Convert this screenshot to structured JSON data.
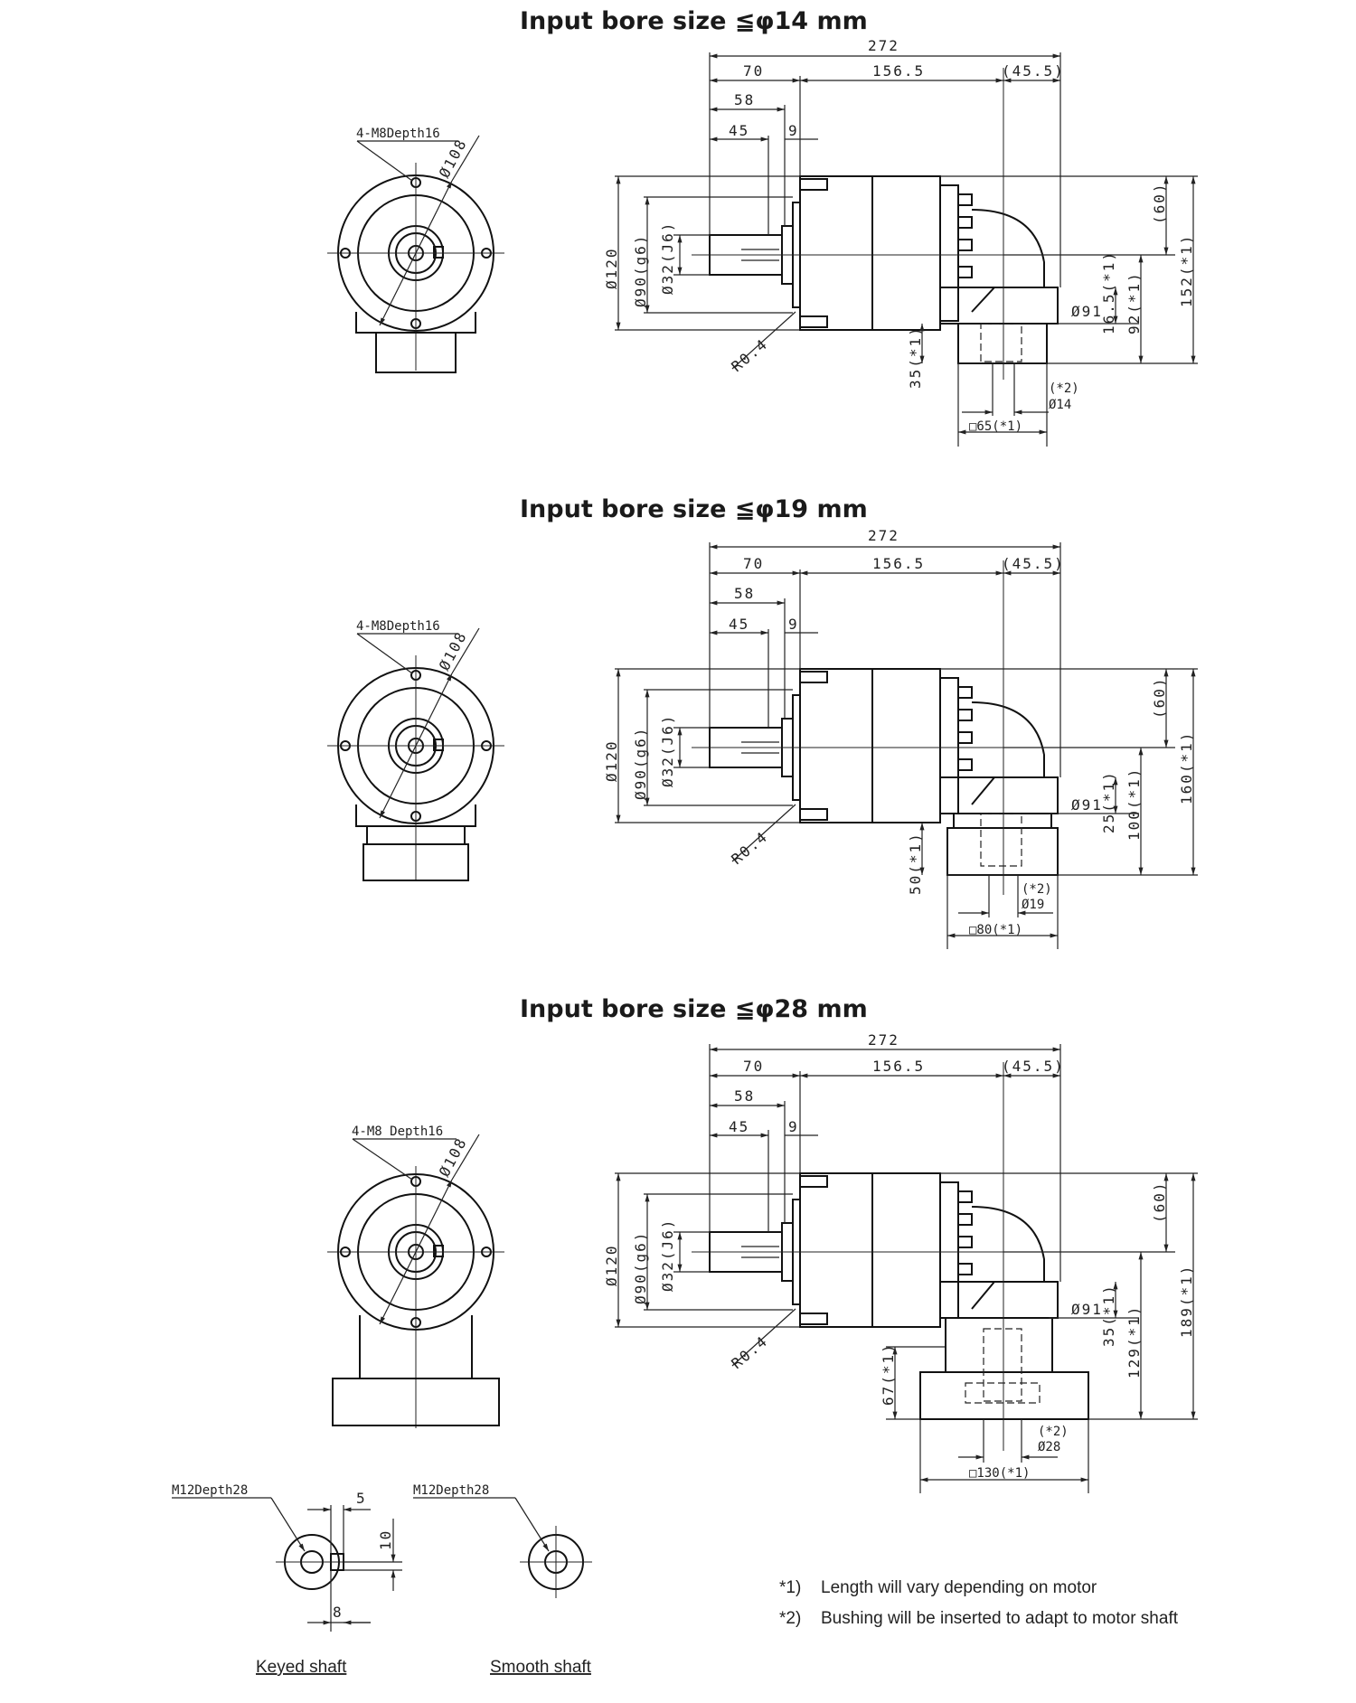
{
  "sections": [
    {
      "title": "Input bore size ≦φ14 mm",
      "labels": {
        "overall": "272",
        "seg_a": "70",
        "seg_b": "156.5",
        "seg_c": "(45.5)",
        "d58": "58",
        "d45": "45",
        "d9": "9",
        "tap": "4-M8Depth16",
        "pcd": "Ø108",
        "flange_dia": "Ø120",
        "pilot_dia": "Ø90(g6)",
        "shaft_dia": "Ø32(J6)",
        "radius": "R0.4",
        "motor_flange": "Ø91",
        "d60": "(60)",
        "motor_offset": "16.5(*1)",
        "motor_height": "92(*1)",
        "overall_height": "152(*1)",
        "adapter_len": "35(*1)",
        "bushing_note": "(*2)",
        "bore": "Ø14",
        "square": "□65(*1)"
      }
    },
    {
      "title": "Input bore size ≦φ19 mm",
      "labels": {
        "overall": "272",
        "seg_a": "70",
        "seg_b": "156.5",
        "seg_c": "(45.5)",
        "d58": "58",
        "d45": "45",
        "d9": "9",
        "tap": "4-M8Depth16",
        "pcd": "Ø108",
        "flange_dia": "Ø120",
        "pilot_dia": "Ø90(g6)",
        "shaft_dia": "Ø32(J6)",
        "radius": "R0.4",
        "motor_flange": "Ø91",
        "d60": "(60)",
        "motor_offset": "25(*1)",
        "motor_height": "100(*1)",
        "overall_height": "160(*1)",
        "adapter_len": "50(*1)",
        "bushing_note": "(*2)",
        "bore": "Ø19",
        "square": "□80(*1)"
      }
    },
    {
      "title": "Input bore size ≦φ28 mm",
      "labels": {
        "overall": "272",
        "seg_a": "70",
        "seg_b": "156.5",
        "seg_c": "(45.5)",
        "d58": "58",
        "d45": "45",
        "d9": "9",
        "tap": "4-M8 Depth16",
        "pcd": "Ø108",
        "flange_dia": "Ø120",
        "pilot_dia": "Ø90(g6)",
        "shaft_dia": "Ø32(J6)",
        "radius": "R0.4",
        "motor_flange": "Ø91",
        "d60": "(60)",
        "motor_offset": "35(*1)",
        "motor_height": "129(*1)",
        "overall_height": "189(*1)",
        "adapter_len": "67(*1)",
        "bushing_note": "(*2)",
        "bore": "Ø28",
        "square": "□130(*1)"
      }
    }
  ],
  "shaft_details": {
    "keyed": {
      "tap": "M12Depth28",
      "key_width": "5",
      "key_height": "10",
      "key_len": "8",
      "caption": "Keyed shaft"
    },
    "smooth": {
      "tap": "M12Depth28",
      "caption": "Smooth shaft"
    }
  },
  "notes": [
    {
      "mark": "*1)",
      "text": "Length will vary depending on motor"
    },
    {
      "mark": "*2)",
      "text": "Bushing will be inserted to adapt to motor shaft"
    }
  ],
  "style": {
    "line_color": "#111111",
    "background": "#ffffff"
  }
}
